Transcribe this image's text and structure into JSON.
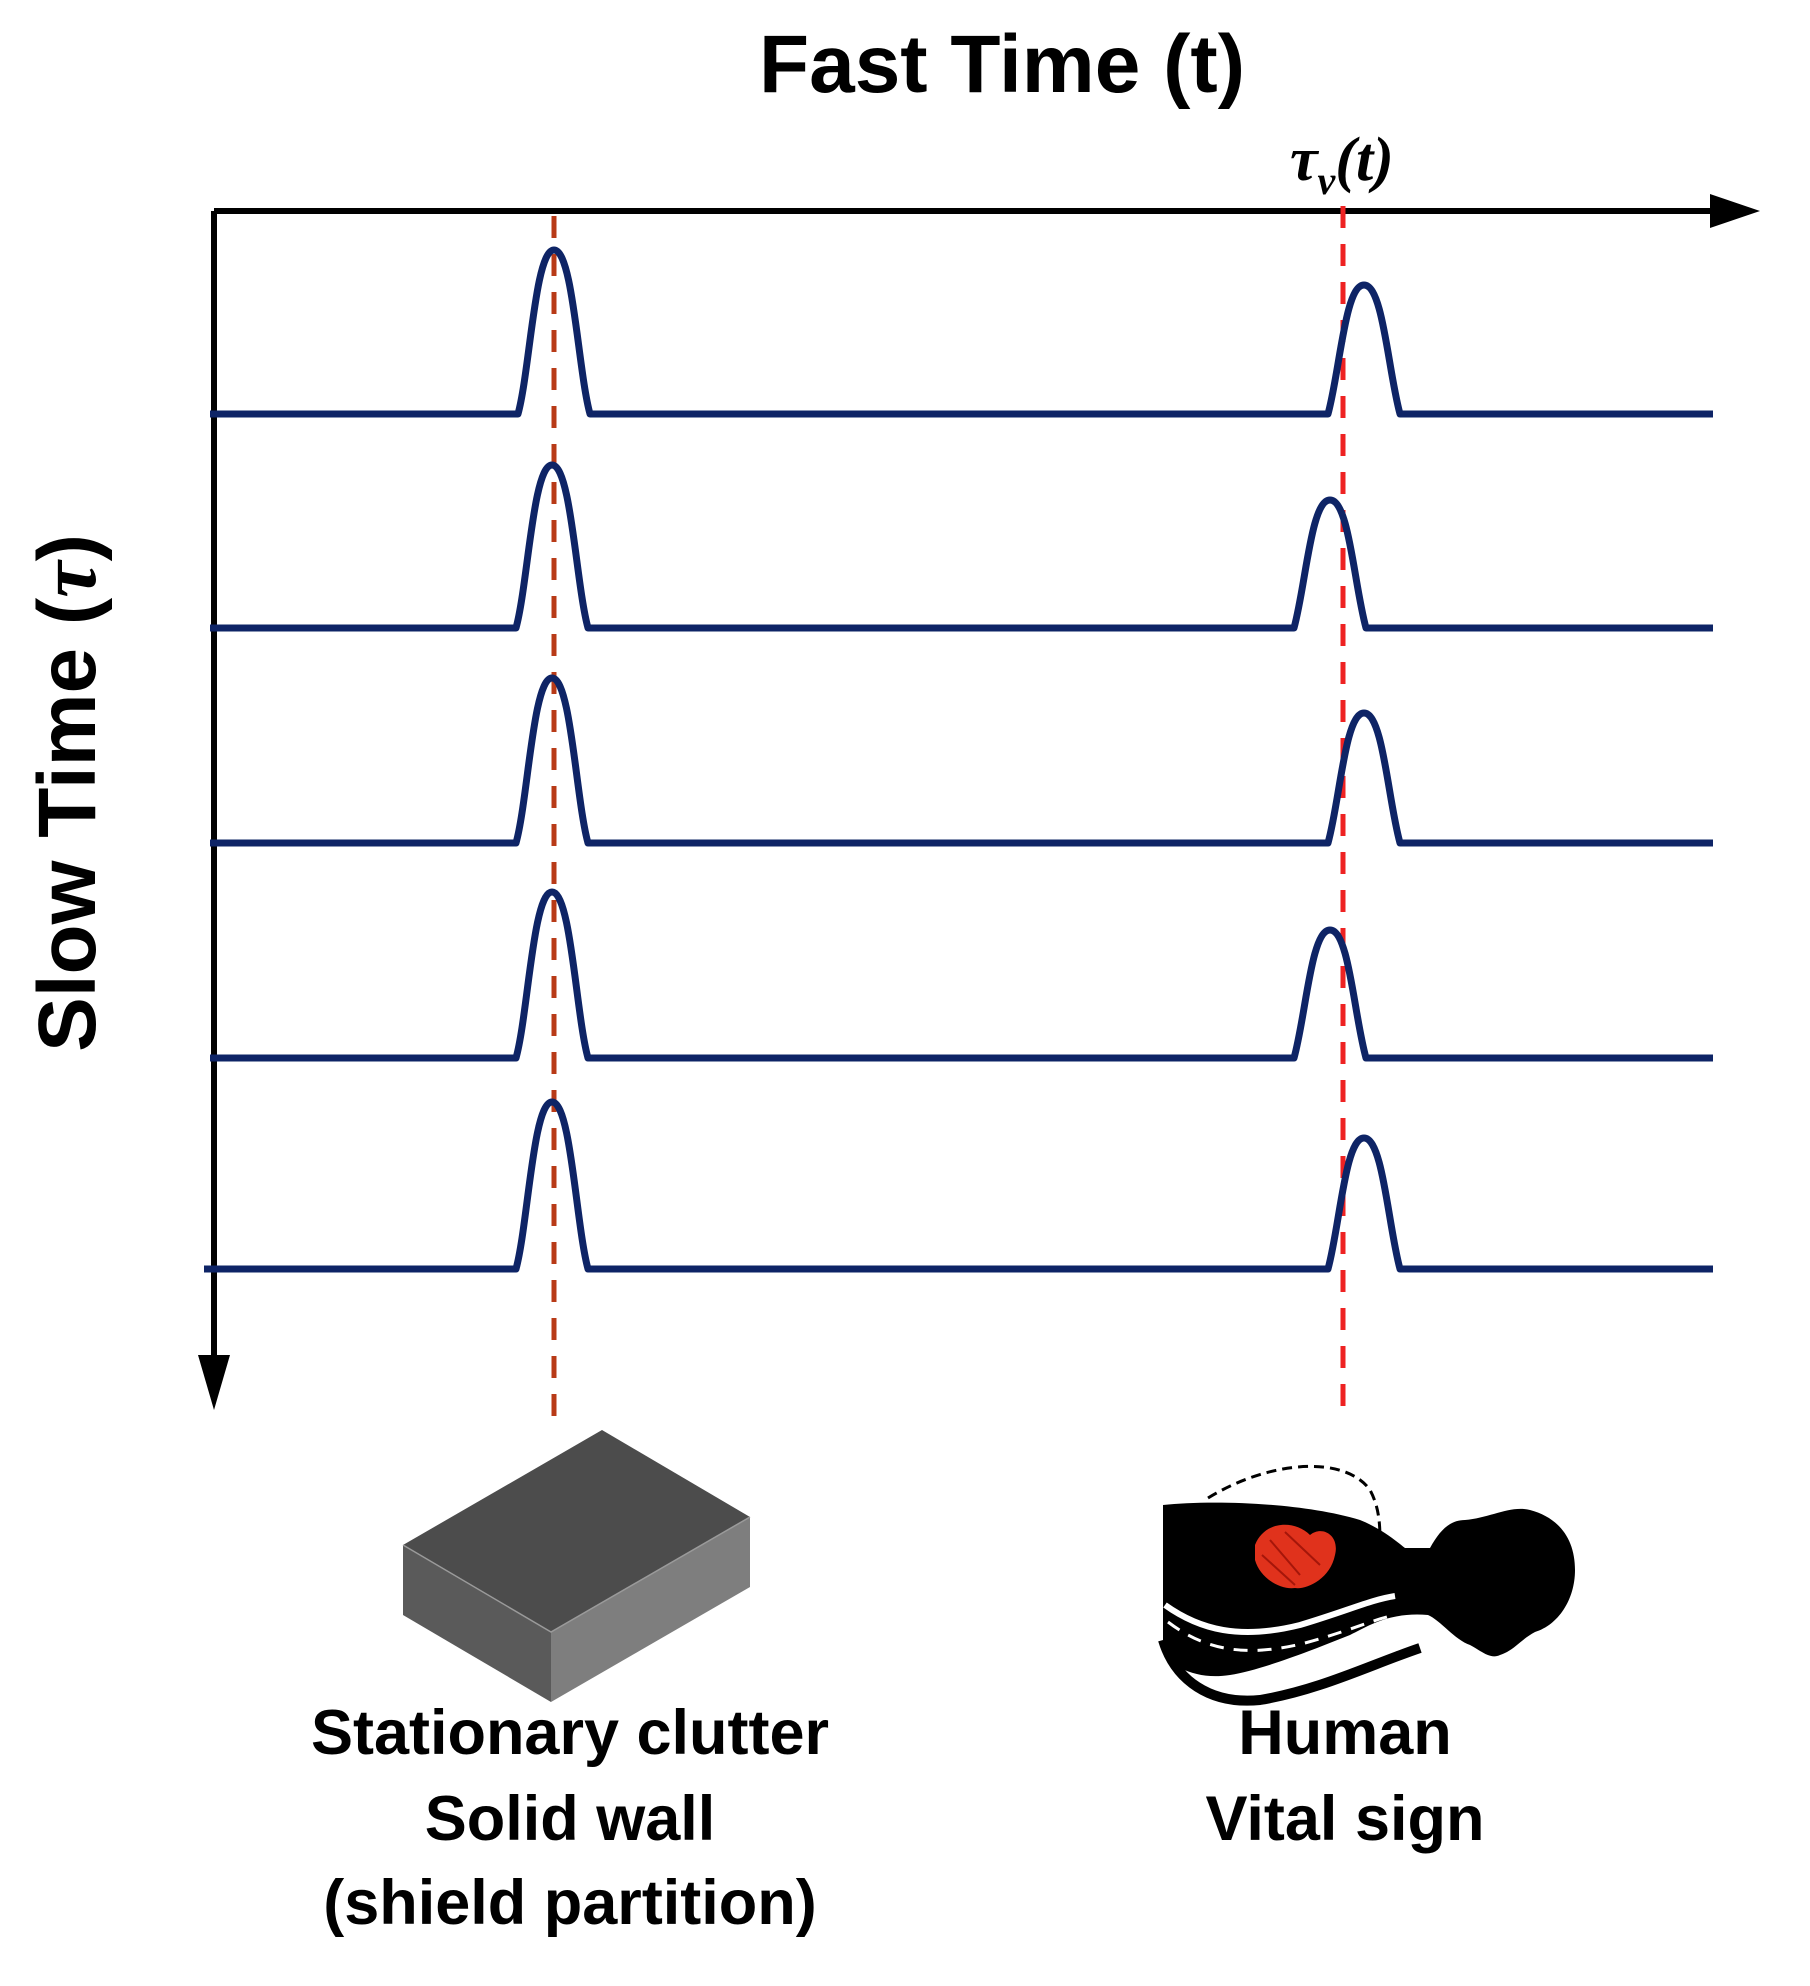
{
  "title": "Fast Time (t)",
  "y_axis_label": "Slow Time (",
  "y_axis_symbol": "τ",
  "y_axis_close": ")",
  "tau_label": "τ",
  "tau_subscript": "v",
  "tau_arg": "(t)",
  "clutter_caption": [
    "Stationary clutter",
    "Solid wall",
    "(shield partition)"
  ],
  "human_caption": [
    "Human",
    "Vital sign"
  ],
  "colors": {
    "pulse": "#0e2466",
    "clutter_marker": "#b83a17",
    "vital_marker": "#ee2222",
    "axis": "#000000",
    "box_top": "#4c4c4c",
    "box_front_left": "#5a5a5a",
    "box_front_right": "#7e7e7e",
    "heart": "#e0321c"
  },
  "icons": [
    "wall-block-icon",
    "human-body-icon"
  ]
}
